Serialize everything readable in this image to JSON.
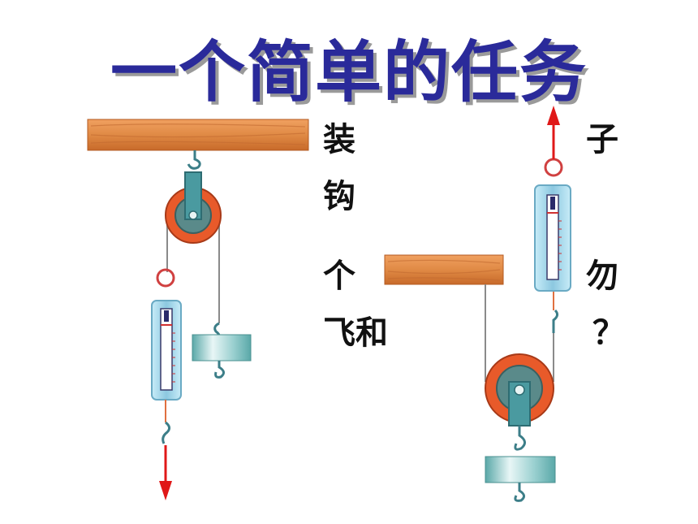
{
  "title": "一个简单的任务",
  "text_fragments": {
    "line1_left": "装",
    "line1_right": "子",
    "line2_left": "钩",
    "line3_left": "个",
    "line3_right": "勿",
    "line4_left": "飞和",
    "line4_right": "？"
  },
  "colors": {
    "title": "#2a2a9a",
    "beam": "#e08a45",
    "pulley_rim": "#e85a2a",
    "metal": "#4a9aa0",
    "scale_body": "#9fd3e8",
    "arrow": "#e01818"
  }
}
